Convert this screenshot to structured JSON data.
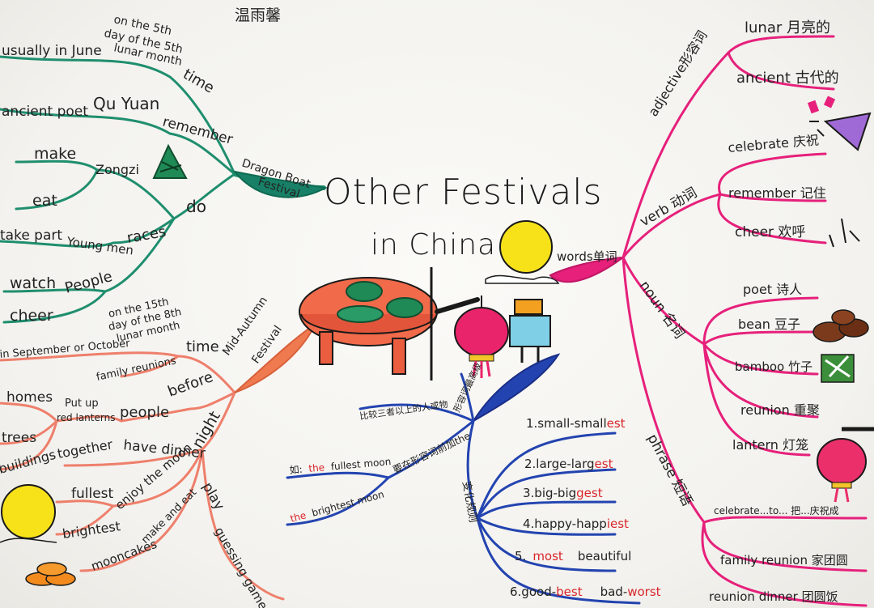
{
  "author": "温雨馨",
  "title": {
    "line1": "Other Festivals",
    "line2": "in China"
  },
  "dragon_boat": {
    "label_line1": "Dragon Boat",
    "label_line2": "Festival",
    "time": "time",
    "time_detail_line1": "on the 5th",
    "time_detail_line2": "day of the 5th",
    "time_detail_line3": "lunar month",
    "usually": "usually in June",
    "remember": "remember",
    "qu_yuan": "Qu Yuan",
    "ancient_poet": "ancient poet",
    "do": "do",
    "zongzi": "Zongzi",
    "make": "make",
    "eat": "eat",
    "races": "races",
    "young_men": "Young men",
    "take_part": "take part",
    "people": "People",
    "watch": "watch",
    "cheer": "cheer"
  },
  "mid_autumn": {
    "label_line1": "Mid-Autumn",
    "label_line2": "Festival",
    "time": "time",
    "time_detail_line1": "on the 15th",
    "time_detail_line2": "day of the 8th",
    "time_detail_line3": "lunar month",
    "in_sep_oct": "in September or October",
    "family_reunions": "family reunions",
    "before": "before",
    "people": "people",
    "put_up_line1": "Put up",
    "put_up_line2": "red lanterns",
    "homes": "homes",
    "trees": "trees",
    "buildings": "buildings",
    "night": "night",
    "together": "together",
    "have_dinner": "have dinner",
    "enjoy_moon": "enjoy the moon",
    "fullest": "fullest",
    "brightest": "brightest",
    "make_eat": "make and eat",
    "mooncakes": "mooncakes",
    "play": "play",
    "guessing_games": "guessing games"
  },
  "superlatives": {
    "branch1": "比较三者以上的人或物",
    "branch2": "形容词最高级",
    "rule_label": "变化规则",
    "the_prefix": "要在形容词前加the",
    "ex_label": "如:",
    "ex1_the": "the",
    "ex1_rest": "fullest moon",
    "ex2_the": "the",
    "ex2_rest": "brightest moon",
    "rules": [
      {
        "base": "1.small-small",
        "suffix": "est"
      },
      {
        "base": "2.large-larg",
        "suffix": "est"
      },
      {
        "base": "3.big-big",
        "suffix": "gest"
      },
      {
        "base": "4.happy-happ",
        "suffix": "iest"
      },
      {
        "base": "5.",
        "suffix": "most",
        "tail": "beautiful"
      },
      {
        "base": "6.good-",
        "suffix": "best",
        "tail": "bad-",
        "tail_suffix": "worst"
      }
    ]
  },
  "words": {
    "label": "words单词",
    "adjective": "adjective形容词",
    "lunar": "lunar 月亮的",
    "ancient": "ancient 古代的",
    "verb": "verb 动词",
    "celebrate": "celebrate 庆祝",
    "remember": "remember 记住",
    "cheer": "cheer 欢呼",
    "noun": "noun 名词",
    "poet": "poet 诗人",
    "bean": "bean 豆子",
    "bamboo": "bamboo 竹子",
    "reunion": "reunion 重聚",
    "lantern": "lantern 灯笼",
    "phrase": "phrase 短语",
    "celebrate_to": "celebrate...to... 把...庆祝成",
    "family_reunion": "family reunion 家团圆",
    "reunion_dinner": "reunion dinner 团圆饭"
  },
  "colors": {
    "teal": "#1f8e6e",
    "salmon": "#ee7f6b",
    "blue": "#2344b0",
    "magenta": "#e6207b",
    "red_accent": "#d9262b",
    "moon": "#f7e21a"
  }
}
